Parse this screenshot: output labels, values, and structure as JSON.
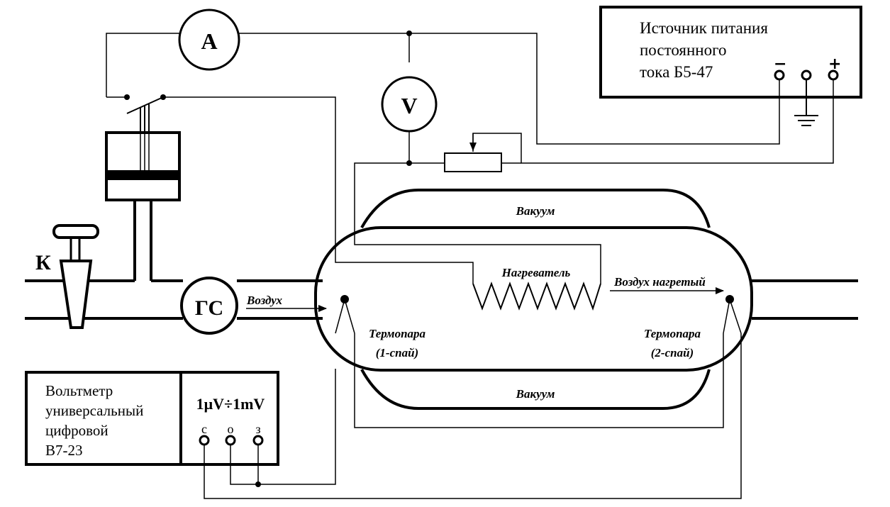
{
  "power_supply": {
    "label_lines": [
      "Источник питания",
      "постоянного",
      "тока Б5-47"
    ],
    "terminal_minus": "−",
    "terminal_plus": "+"
  },
  "voltmeter": {
    "label_lines": [
      "Вольтметр",
      "универсальный",
      "цифровой",
      "В7-23"
    ],
    "range": "1μV÷1mV",
    "terminals": [
      "с",
      "о",
      "з"
    ]
  },
  "meters": {
    "ammeter": "A",
    "voltmeter": "V"
  },
  "valve": {
    "label": "К"
  },
  "gas_meter": {
    "label": "ГС"
  },
  "labels": {
    "air_in": "Воздух",
    "air_heated": "Воздух нагретый",
    "vacuum_top": "Вакуум",
    "vacuum_bottom": "Вакуум",
    "heater": "Нагреватель",
    "thermocouple_1": [
      "Термопара",
      "(1-спай)"
    ],
    "thermocouple_2": [
      "Термопара",
      "(2-спай)"
    ]
  }
}
